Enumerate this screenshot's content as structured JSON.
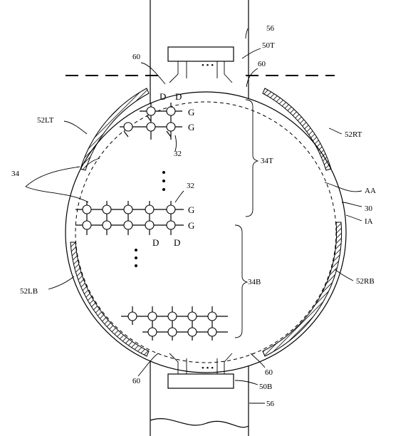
{
  "figure": {
    "labels": {
      "band_top": "56",
      "band_bottom": "56",
      "driver_top": "50T",
      "driver_bottom": "50B",
      "notch_tl": "60",
      "notch_tr": "60",
      "notch_bl": "60",
      "notch_br": "60",
      "gate_left_top": "52LT",
      "gate_right_top": "52RT",
      "gate_left_bottom": "52LB",
      "gate_right_bottom": "52RB",
      "array": "34",
      "array_top": "34T",
      "array_bottom": "34B",
      "pixel_top": "32",
      "pixel_mid": "32",
      "active_area": "AA",
      "display": "30",
      "inactive_area": "IA",
      "gate_1": "G",
      "gate_2": "G",
      "gate_3": "G",
      "gate_4": "G",
      "data_1": "D",
      "data_2": "D",
      "data_3": "D",
      "data_4": "D",
      "driver_dots_top": "• • •",
      "driver_dots_bottom": "• • •"
    }
  }
}
